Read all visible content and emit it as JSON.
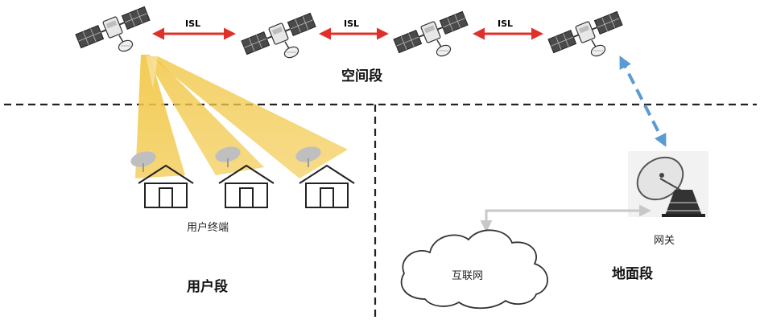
{
  "links": {
    "isl": "ISL"
  },
  "segments": {
    "space": "空间段",
    "user": "用户段",
    "ground": "地面段"
  },
  "nodes": {
    "user_terminal": "用户终端",
    "gateway": "网关",
    "internet": "互联网"
  },
  "colors": {
    "isl_arrow": "#e0302a",
    "feeder_link": "#5b9bd5",
    "beam": "#f2c94c",
    "ground_link": "#c8c8c8",
    "divider": "#222222"
  }
}
